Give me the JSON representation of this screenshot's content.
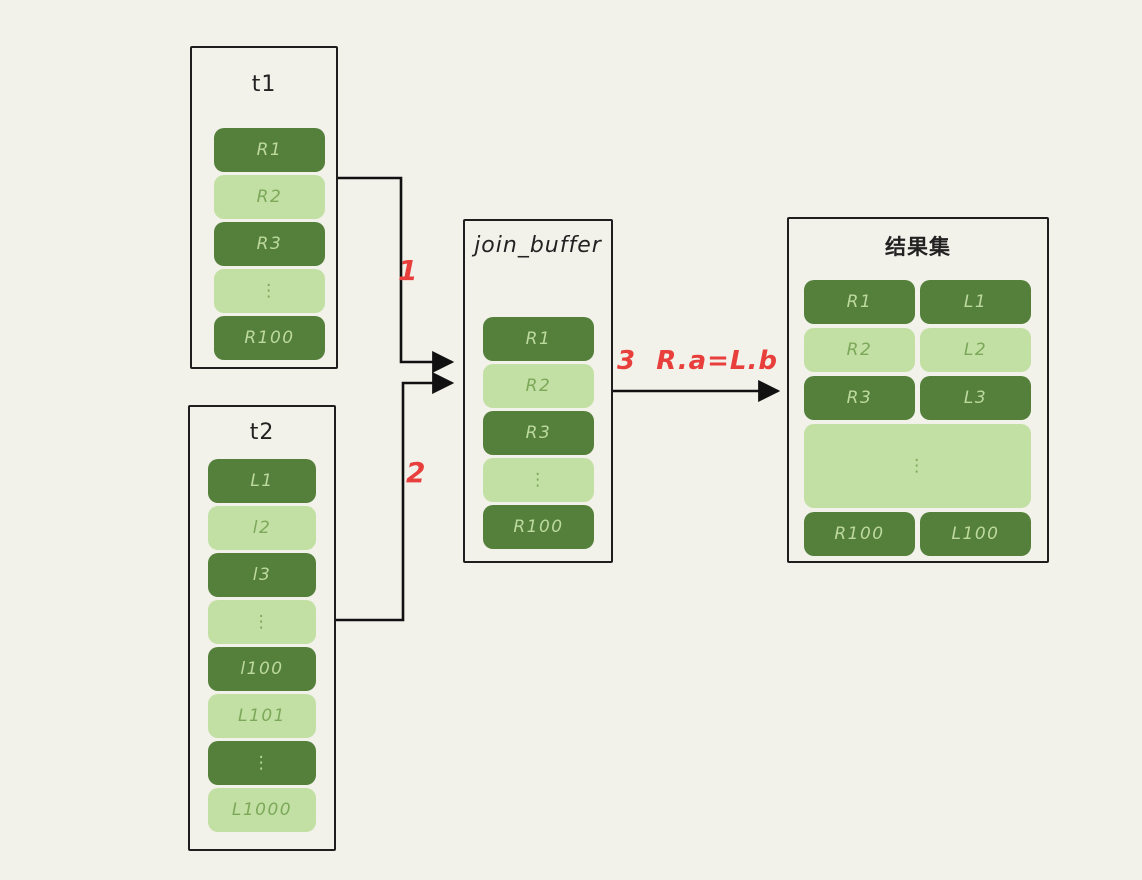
{
  "diagram": {
    "colors": {
      "background": "#f2f1ea",
      "dark_cell": "#54803b",
      "dark_cell_text": "#bdd99e",
      "light_cell": "#c2e0a4",
      "light_cell_text": "#7da85a",
      "border": "#1e1e1e",
      "arrow": "#111111",
      "step_label": "#e83f3c"
    },
    "tables": {
      "t1": {
        "title": "t1",
        "rows": [
          {
            "cells": [
              "R1"
            ],
            "variant": "dark"
          },
          {
            "cells": [
              "R2"
            ],
            "variant": "light"
          },
          {
            "cells": [
              "R3"
            ],
            "variant": "dark"
          },
          {
            "cells": [
              "⋮"
            ],
            "variant": "light"
          },
          {
            "cells": [
              "R100"
            ],
            "variant": "dark"
          }
        ]
      },
      "t2": {
        "title": "t2",
        "rows": [
          {
            "cells": [
              "L1"
            ],
            "variant": "dark"
          },
          {
            "cells": [
              "l2"
            ],
            "variant": "light"
          },
          {
            "cells": [
              "l3"
            ],
            "variant": "dark"
          },
          {
            "cells": [
              "⋮"
            ],
            "variant": "light"
          },
          {
            "cells": [
              "l100"
            ],
            "variant": "dark"
          },
          {
            "cells": [
              "L101"
            ],
            "variant": "light"
          },
          {
            "cells": [
              "⋮"
            ],
            "variant": "dark"
          },
          {
            "cells": [
              "L1000"
            ],
            "variant": "light"
          }
        ]
      },
      "join_buffer": {
        "title": "join_buffer",
        "rows": [
          {
            "cells": [
              "R1"
            ],
            "variant": "dark"
          },
          {
            "cells": [
              "R2"
            ],
            "variant": "light"
          },
          {
            "cells": [
              "R3"
            ],
            "variant": "dark"
          },
          {
            "cells": [
              "⋮"
            ],
            "variant": "light"
          },
          {
            "cells": [
              "R100"
            ],
            "variant": "dark"
          }
        ]
      },
      "result": {
        "title": "结果集",
        "rows": [
          {
            "cells": [
              "R1",
              "L1"
            ],
            "variant": "dark"
          },
          {
            "cells": [
              "R2",
              "L2"
            ],
            "variant": "light"
          },
          {
            "cells": [
              "R3",
              "L3"
            ],
            "variant": "dark"
          },
          {
            "cells": [
              "⋮"
            ],
            "variant": "light",
            "tall": true
          },
          {
            "cells": [
              "R100",
              "L100"
            ],
            "variant": "dark"
          }
        ]
      }
    },
    "arrows": {
      "step1_label": "1",
      "step2_label": "2",
      "step3_label": "3  R.a=L.b"
    }
  }
}
